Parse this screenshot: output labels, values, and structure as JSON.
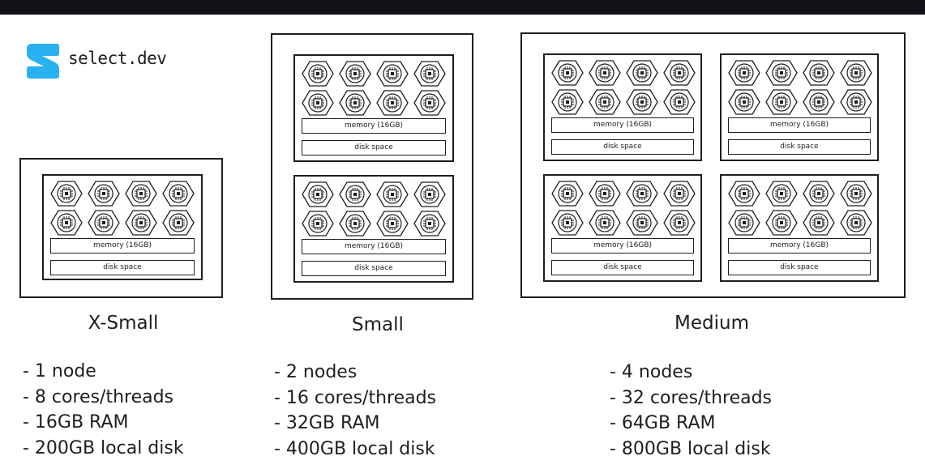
{
  "brand": {
    "name": "select.dev",
    "color": "#29b1f0"
  },
  "node_labels": {
    "memory": "memory (16GB)",
    "disk": "disk space"
  },
  "tiers": [
    {
      "name": "X-Small",
      "specs": [
        "- 1 node",
        "- 8 cores/threads",
        "- 16GB RAM",
        "- 200GB local disk"
      ]
    },
    {
      "name": "Small",
      "specs": [
        "- 2 nodes",
        "- 16 cores/threads",
        "- 32GB RAM",
        "- 400GB local disk"
      ]
    },
    {
      "name": "Medium",
      "specs": [
        "- 4 nodes",
        "- 32 cores/threads",
        "- 64GB RAM",
        "- 800GB local disk"
      ]
    }
  ],
  "colors": {
    "ink": "#1e1e1e",
    "background": "#ffffff",
    "top_bar": "#121218"
  },
  "icons": {
    "core": "cpu-chip-hexagon-icon",
    "logo": "select-dev-logo-icon"
  }
}
